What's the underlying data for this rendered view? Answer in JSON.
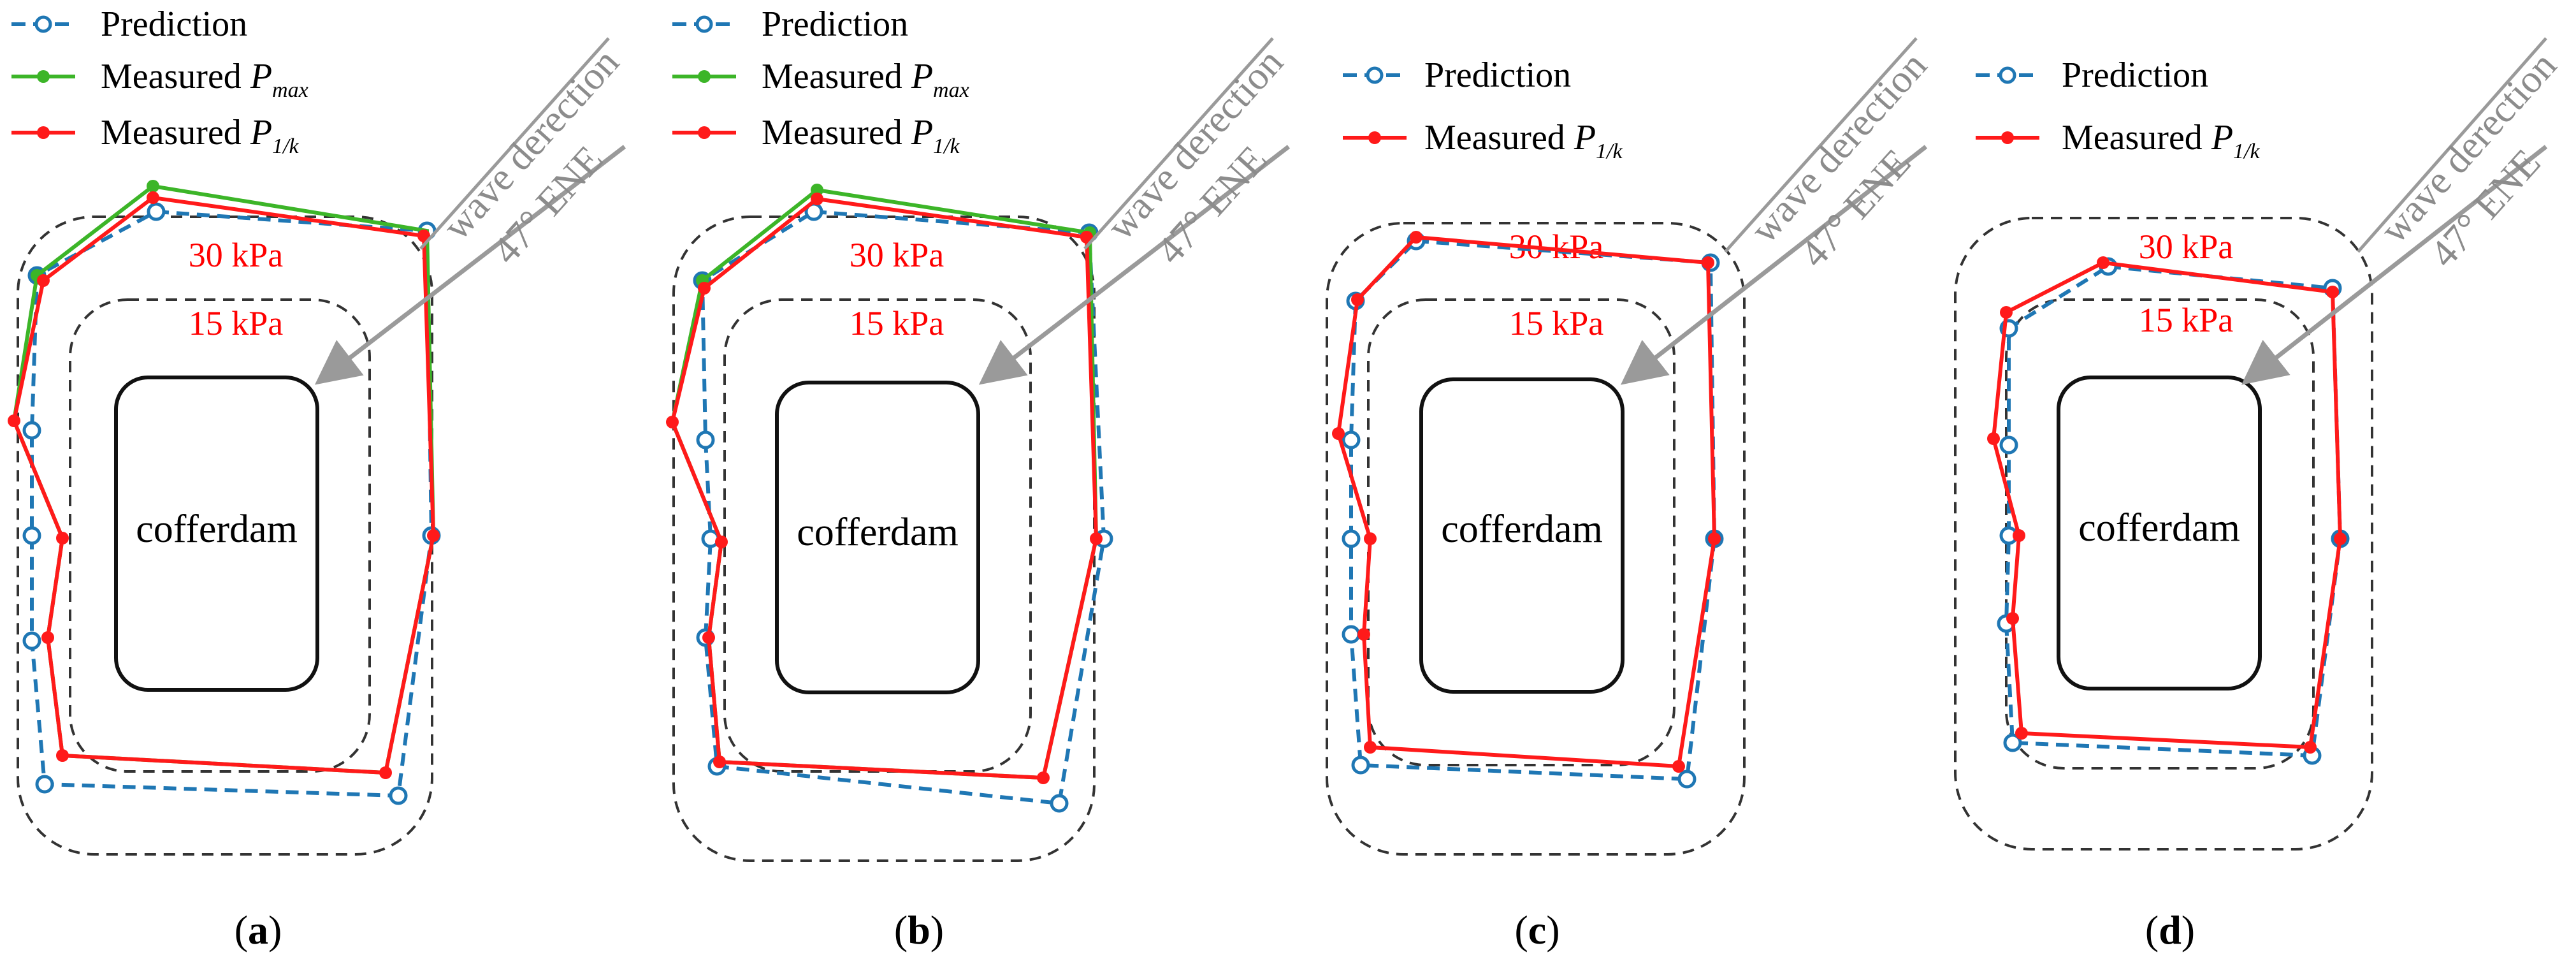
{
  "legend": {
    "prediction_label": "Prediction",
    "measured_label": "Measured",
    "pmax_base": "P",
    "pmax_sub": "max",
    "p1k_base": "P",
    "p1k_sub": "1/k"
  },
  "labels": {
    "contour_outer": "30 kPa",
    "contour_inner": "15 kPa",
    "cofferdam": "cofferdam",
    "wave_direction": "wave derection",
    "wave_angle": "47° ENE"
  },
  "captions": [
    {
      "open": "(",
      "letter": "a",
      "close": ")"
    },
    {
      "open": "(",
      "letter": "b",
      "close": ")"
    },
    {
      "open": "(",
      "letter": "c",
      "close": ")"
    },
    {
      "open": "(",
      "letter": "d",
      "close": ")"
    }
  ],
  "colors": {
    "prediction": "#1f77b4",
    "measured_pmax": "#3cb528",
    "measured_p1k": "#ff1a1a",
    "contour": "#333333",
    "contour_label": "#ff0000",
    "wave_arrow": "#9a9a9a"
  }
}
